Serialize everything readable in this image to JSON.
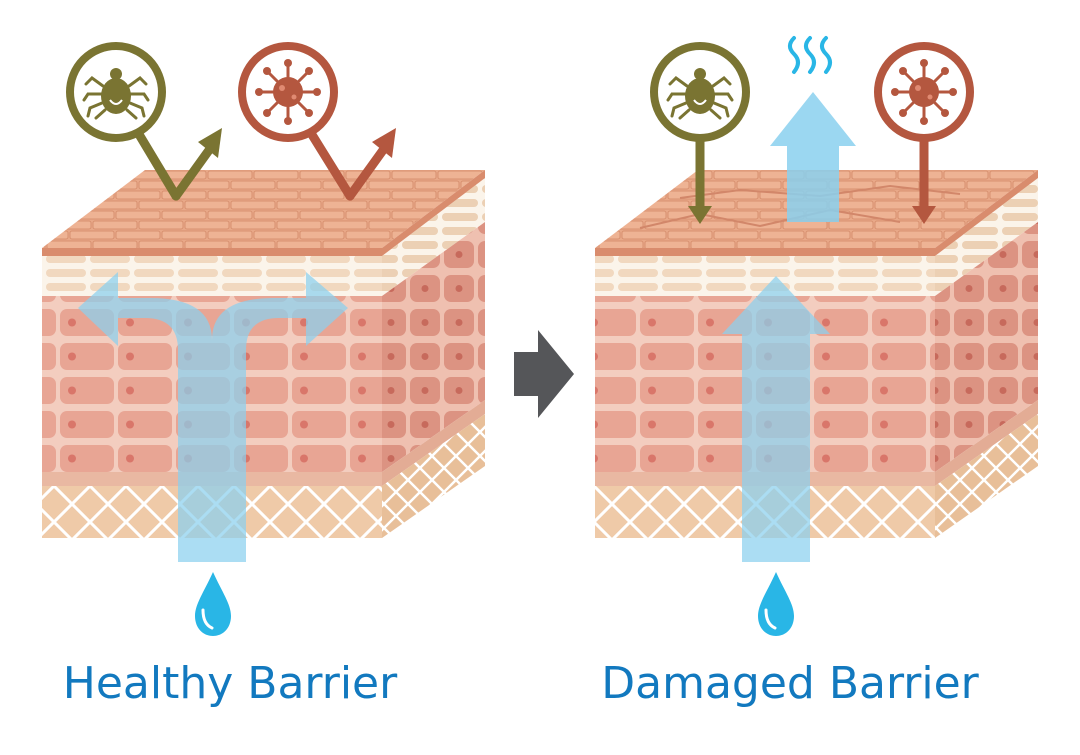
{
  "panels": [
    {
      "id": "healthy",
      "caption": "Healthy Barrier"
    },
    {
      "id": "damaged",
      "caption": "Damaged Barrier"
    }
  ],
  "icons": [
    "mite-icon",
    "virus-icon",
    "water-drop-icon",
    "evaporation-waves-icon",
    "transition-arrow-icon"
  ],
  "colors": {
    "caption": "#1279bf",
    "mite": "#7a7432",
    "virus": "#b4573f",
    "water": "#7ccbea",
    "drop": "#29b6e6",
    "skin_top": "#e7a585",
    "cells": "#e7a493",
    "dermis": "#efc9a6"
  }
}
